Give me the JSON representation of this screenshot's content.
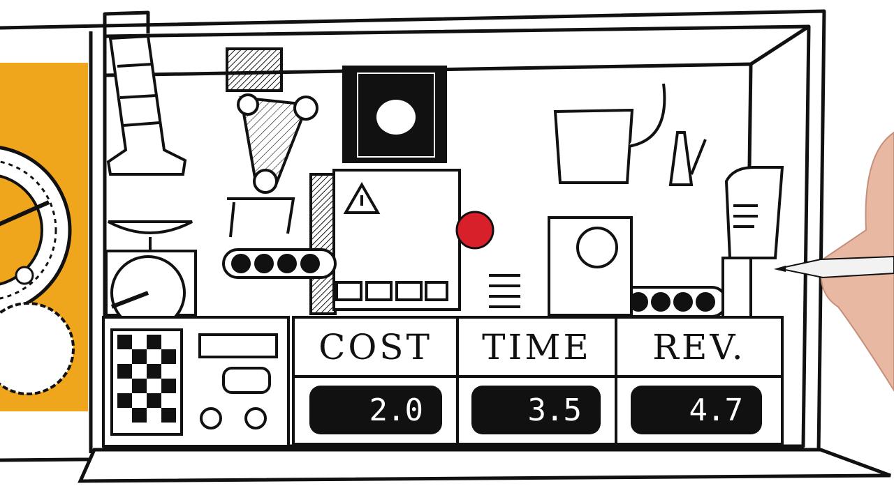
{
  "colors": {
    "accent": "#f0a61c",
    "ink": "#111111",
    "apple": "#d8202b",
    "skin": "#e9b8a2"
  },
  "panels": [
    {
      "label": "COST",
      "value": "2.0"
    },
    {
      "label": "TIME",
      "value": "3.5"
    },
    {
      "label": "REV.",
      "value": "4.7"
    }
  ]
}
